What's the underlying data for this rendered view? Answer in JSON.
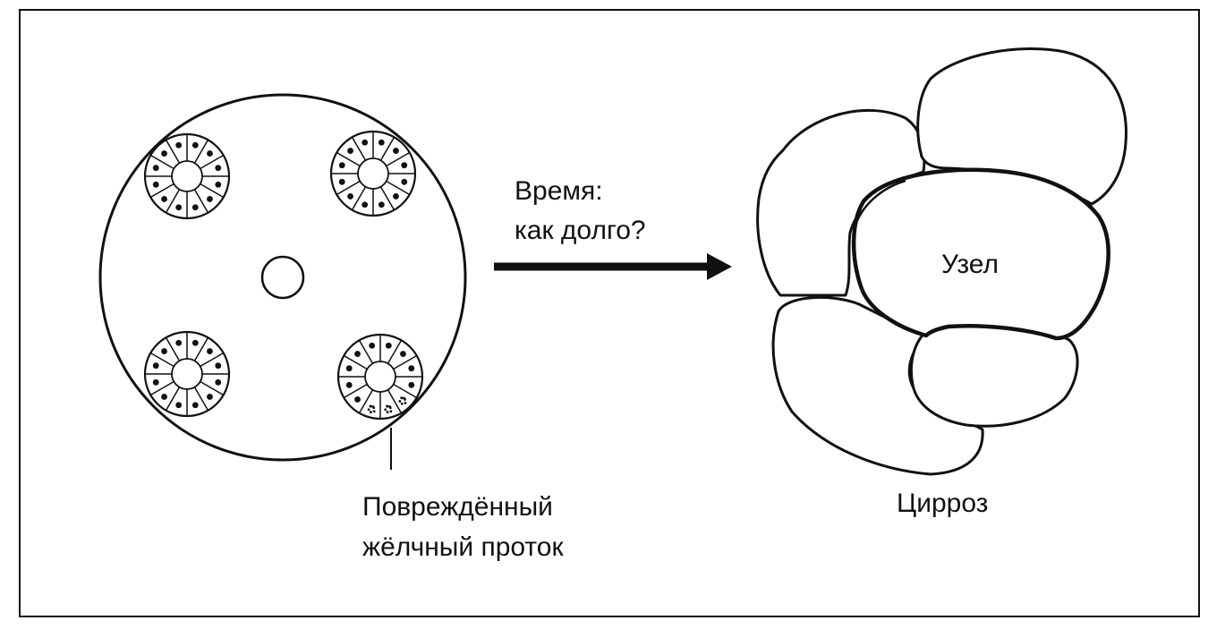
{
  "labels": {
    "time_line1": "Время:",
    "time_line2": "как долго?",
    "nodule": "Узел",
    "damaged_line1": "Повреждённый",
    "damaged_line2": "жёлчный проток",
    "cirrhosis": "Цирроз"
  },
  "colors": {
    "ink": "#111111",
    "paper": "#ffffff"
  }
}
